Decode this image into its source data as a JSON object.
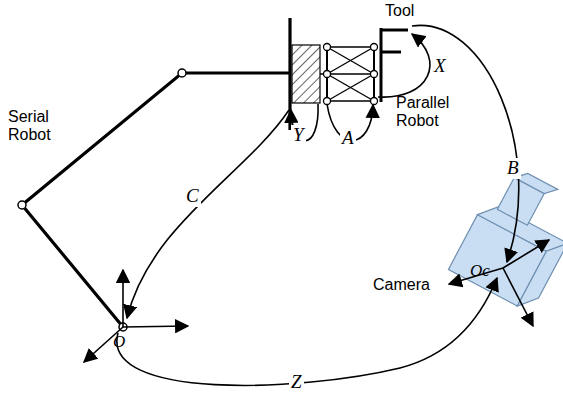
{
  "diagram": {
    "labels": [
      "Tool",
      "X",
      "Serial Robot",
      "Parallel Robot",
      "Y",
      "A",
      "B",
      "C",
      "Camera",
      "Oc",
      "O",
      "Z"
    ]
  }
}
